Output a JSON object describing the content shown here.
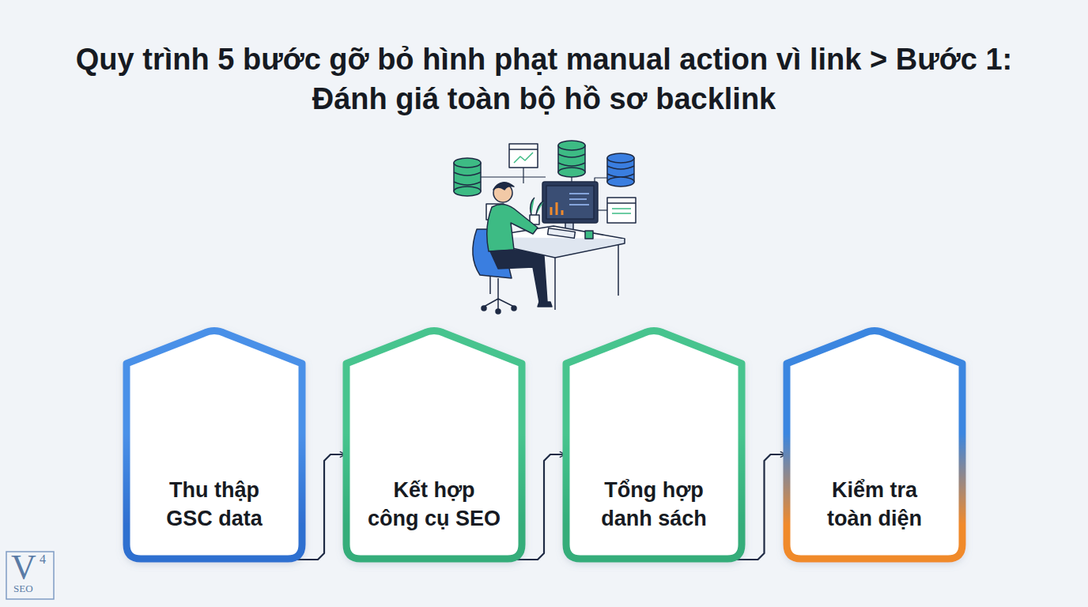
{
  "diagram": {
    "title": "Quy trình 5 bước gỡ bỏ hình phạt manual action vì link > Bước 1: Đánh giá toàn bộ hồ sơ backlink",
    "nodes": [
      {
        "text": [
          "Thu thập GSC data"
        ]
      },
      {
        "text": [
          "Kết hợp công cụ SEO"
        ]
      },
      {
        "text": [
          "Tổng hợp danh sách"
        ]
      },
      {
        "text": [
          "Kiểm tra toàn diện"
        ]
      }
    ],
    "edges": [
      {
        "from": 0,
        "to": 1,
        "arrow": "to"
      },
      {
        "from": 1,
        "to": 2,
        "arrow": "to"
      },
      {
        "from": 2,
        "to": 3,
        "arrow": "to"
      }
    ],
    "labels": [
      "V",
      "4",
      "SEO"
    ]
  }
}
